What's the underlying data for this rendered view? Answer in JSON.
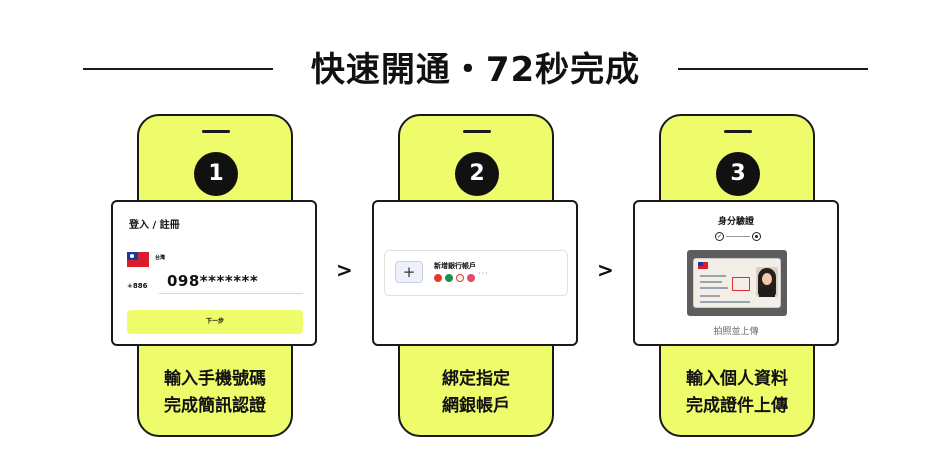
{
  "header": {
    "title": "快速開通・72秒完成"
  },
  "steps": [
    {
      "number": "1",
      "caption_line1": "輸入手機號碼",
      "caption_line2": "完成簡訊認證",
      "card": {
        "title": "登入 / 註冊",
        "country": "台灣",
        "dial_code": "+886",
        "phone_value": "098*******",
        "next_button": "下一步"
      }
    },
    {
      "number": "2",
      "caption_line1": "綁定指定",
      "caption_line2": "網銀帳戶",
      "card": {
        "add_label": "新增銀行帳戶",
        "more": "···"
      }
    },
    {
      "number": "3",
      "caption_line1": "輸入個人資料",
      "caption_line2": "完成證件上傳",
      "card": {
        "title": "身分驗證",
        "upload_caption": "拍照並上傳"
      }
    }
  ],
  "arrows": [
    ">",
    ">"
  ],
  "colors": {
    "accent": "#eefc6b",
    "ink": "#111111"
  }
}
